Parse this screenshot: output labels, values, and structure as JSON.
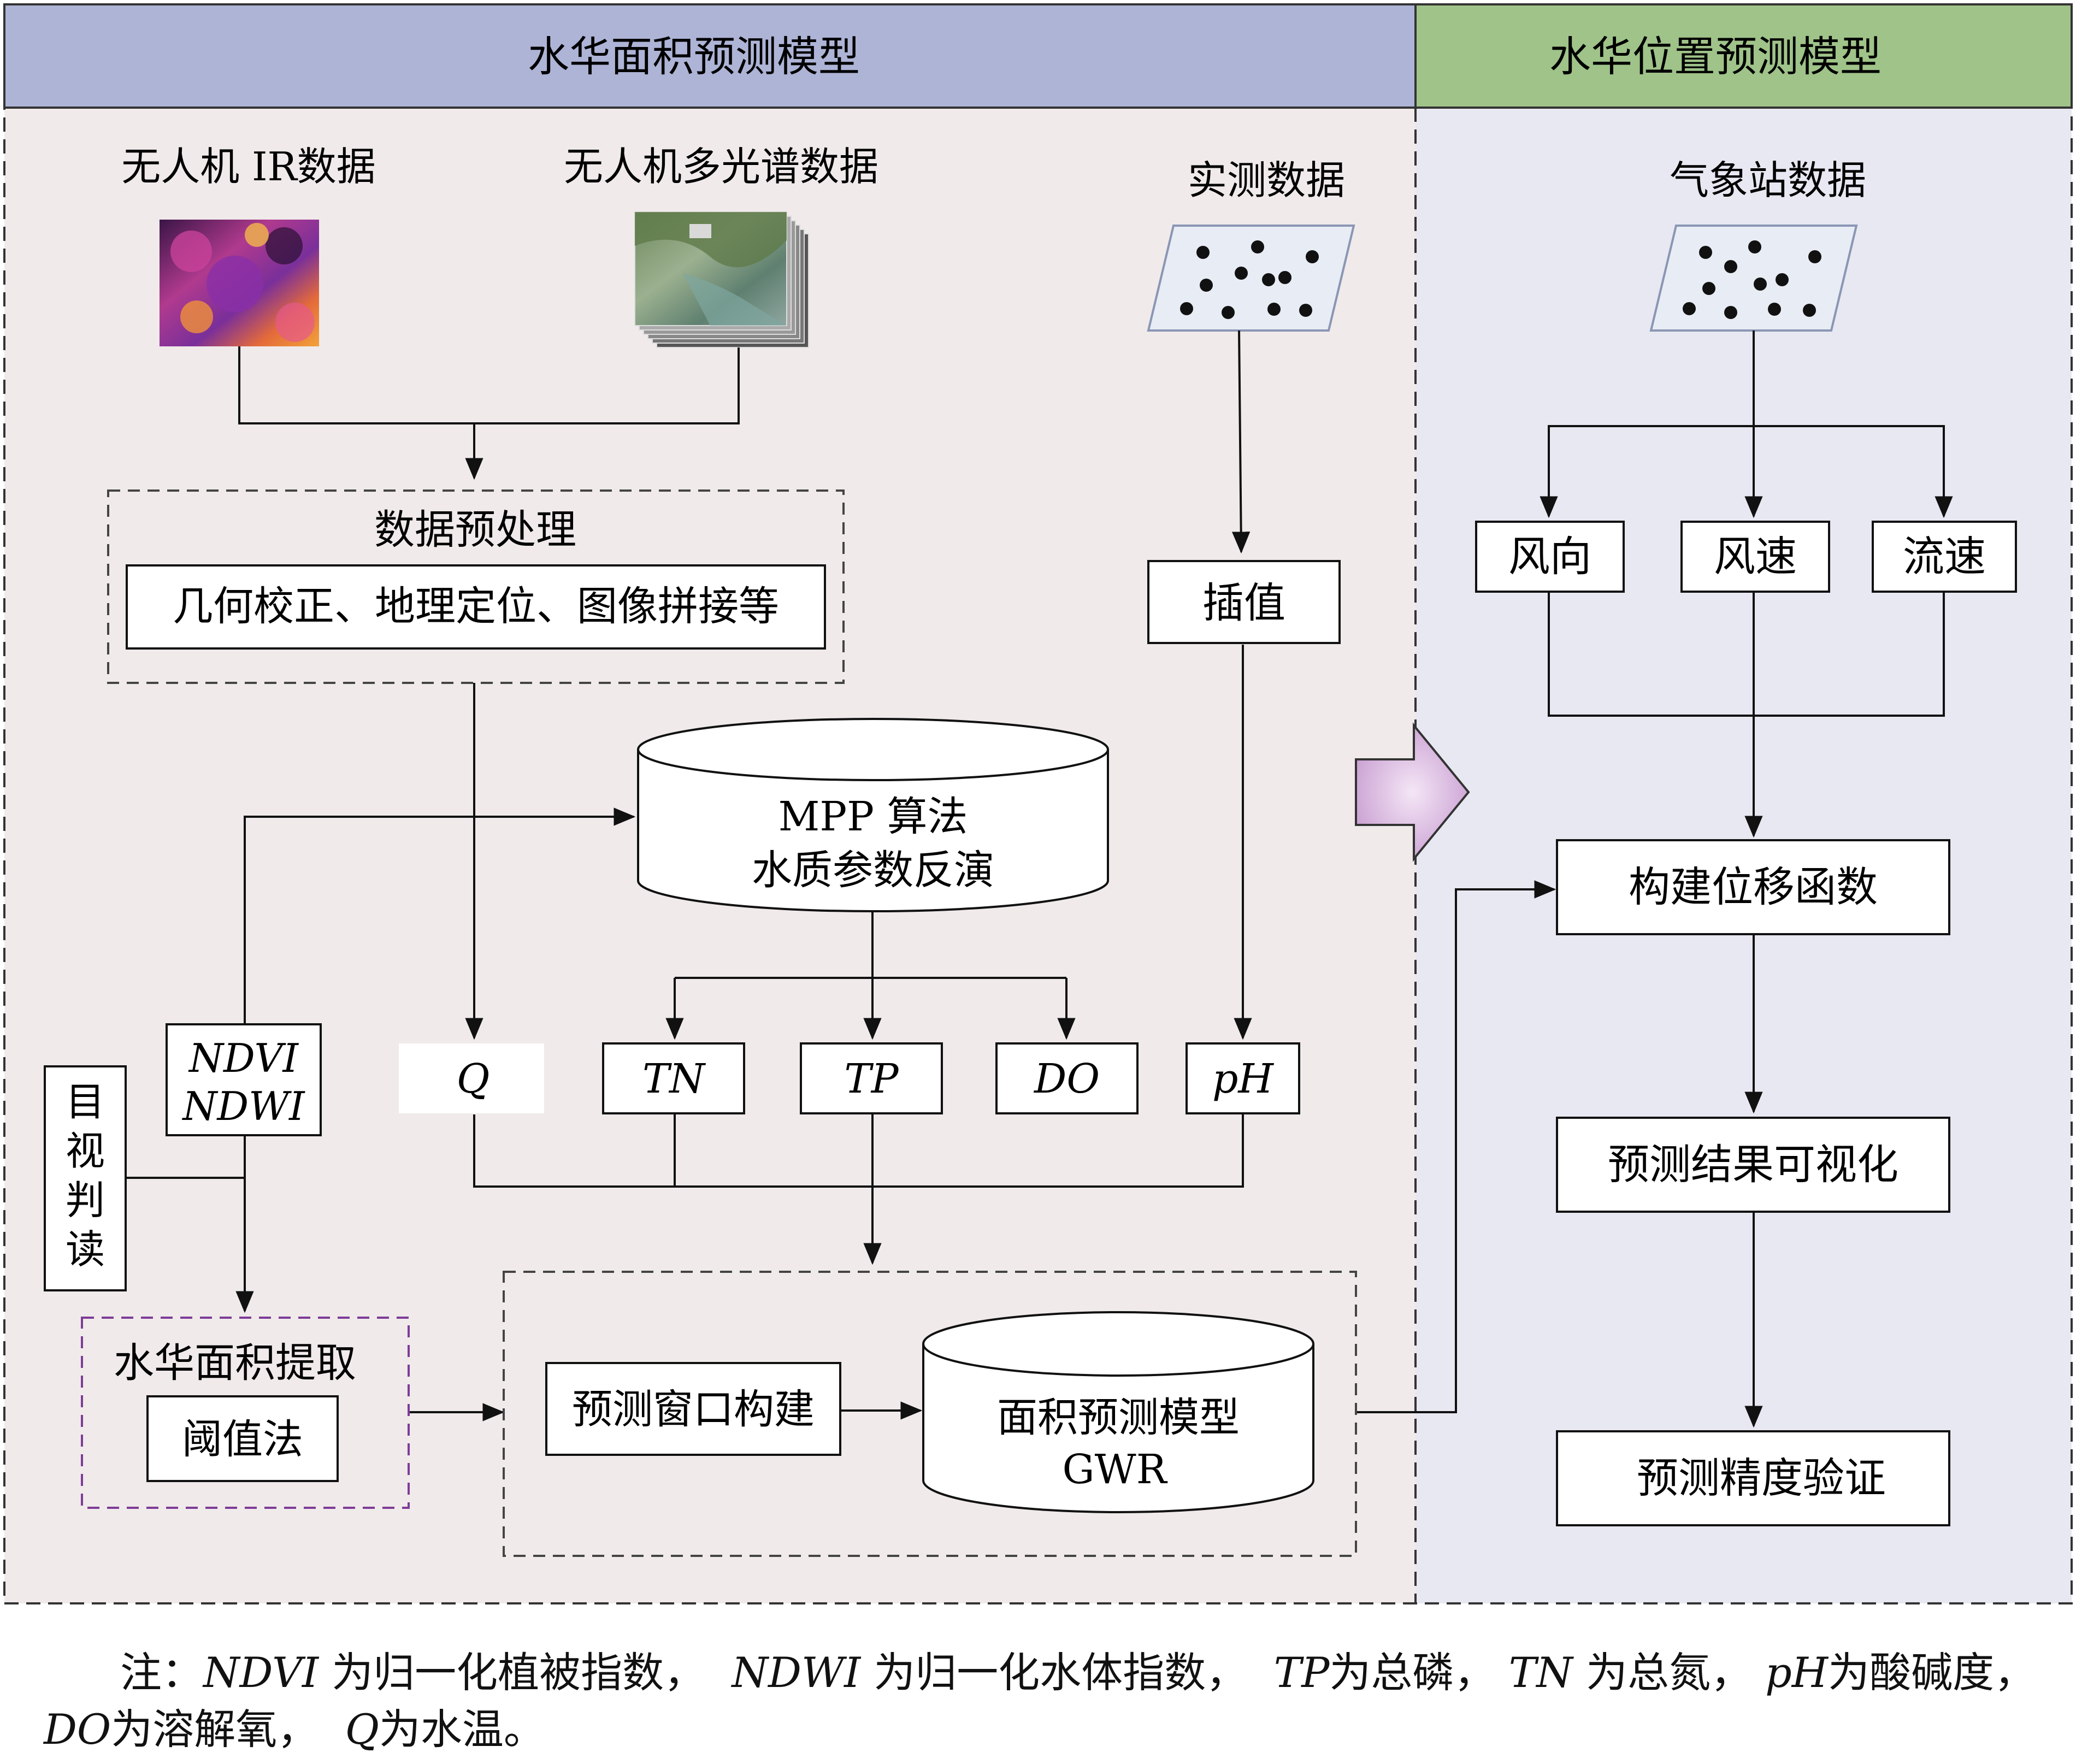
{
  "header": {
    "left_title": "水华面积预测模型",
    "right_title": "水华位置预测模型",
    "left_color": "#aeb4d6",
    "right_color": "#9fc389"
  },
  "panel": {
    "left_bg": "#f0eaea",
    "right_bg": "#e8e8f2"
  },
  "sources": {
    "uav_ir": "无人机 IR数据",
    "uav_ms": "无人机多光谱数据",
    "measured": "实测数据",
    "weather": "气象站数据"
  },
  "preprocess": {
    "title": "数据预处理",
    "detail": "几何校正、地理定位、图像拼接等"
  },
  "interpolation": "插值",
  "mpp": {
    "line1": "MPP 算法",
    "line2": "水质参数反演"
  },
  "indices": {
    "ndvi": "NDVI",
    "ndwi": "NDWI"
  },
  "visual": [
    "目",
    "视",
    "判",
    "读"
  ],
  "params": {
    "q": "Q",
    "tn": "TN",
    "tp": "TP",
    "do": "DO",
    "ph": "pH"
  },
  "extraction": {
    "title": "水华面积提取",
    "method": "阈值法"
  },
  "window": "预测窗口构建",
  "gwr": {
    "line1": "面积预测模型",
    "line2": "GWR"
  },
  "weather_params": {
    "wind_dir": "风向",
    "wind_speed": "风速",
    "flow_speed": "流速"
  },
  "steps": {
    "displacement": "构建位移函数",
    "visualize": "预测结果可视化",
    "verify": "预测精度验证"
  },
  "note": {
    "prefix": "注：",
    "ndvi_abbr": "NDVI",
    "ndvi_desc": " 为归一化植被指数，",
    "ndwi_abbr": "NDWI",
    "ndwi_desc": " 为归一化水体指数，",
    "tp_abbr": "TP",
    "tp_desc": "为总磷，",
    "tn_abbr": "TN",
    "tn_desc": " 为总氮，",
    "ph_abbr": "pH",
    "ph_desc": "为酸碱度，",
    "do_abbr": "DO",
    "do_desc": "为溶解氧，",
    "q_abbr": "Q",
    "q_desc": "为水温。"
  }
}
